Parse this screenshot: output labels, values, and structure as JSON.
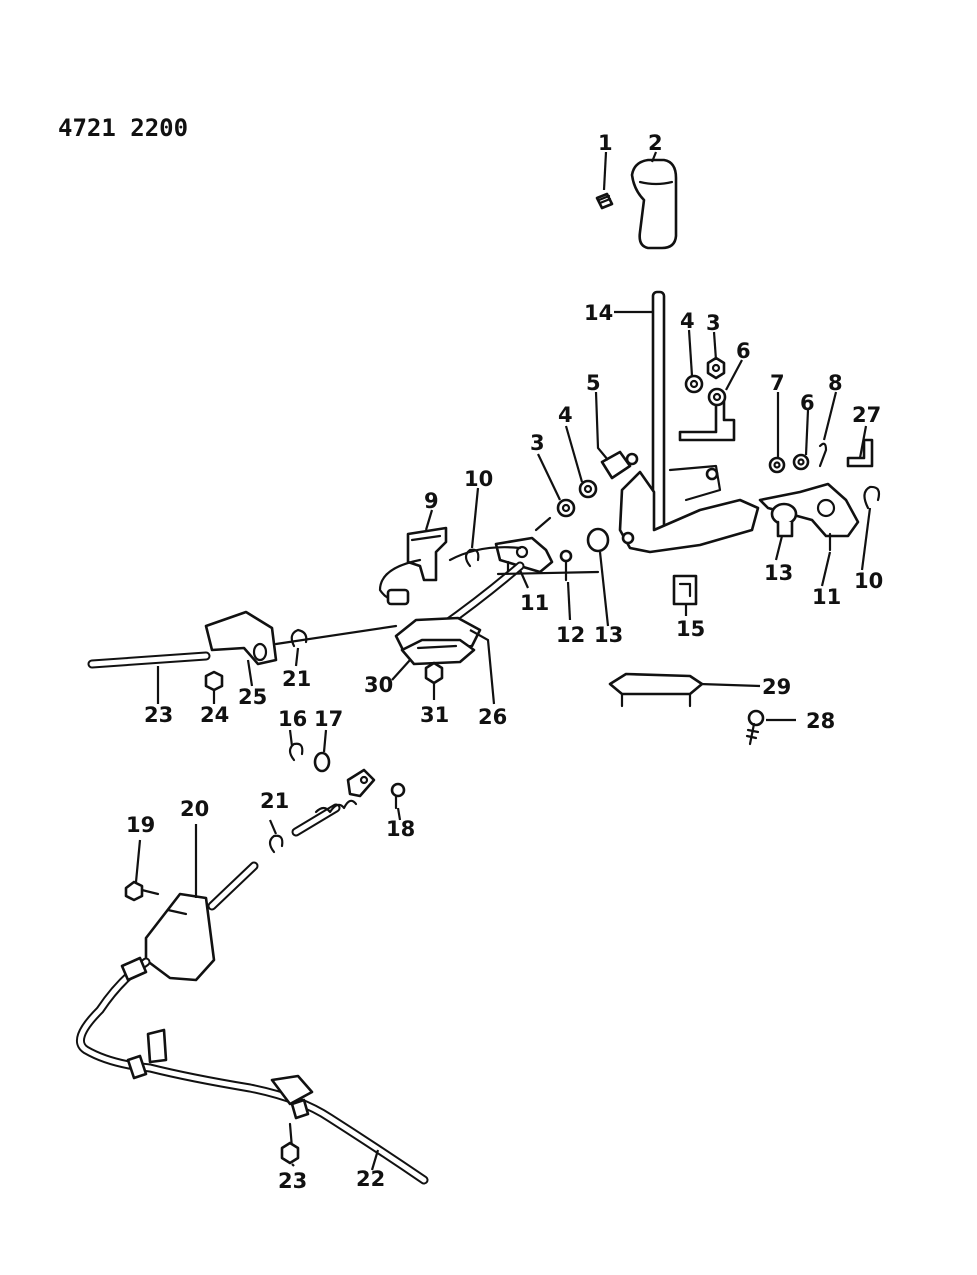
{
  "diagram": {
    "document_number": "4721 2200",
    "callouts": [
      "1",
      "2",
      "14",
      "4",
      "3",
      "6",
      "5",
      "7",
      "8",
      "27",
      "6",
      "4",
      "3",
      "10",
      "9",
      "10",
      "11",
      "12",
      "13",
      "13",
      "11",
      "15",
      "23",
      "24",
      "25",
      "21",
      "30",
      "31",
      "26",
      "29",
      "28",
      "16",
      "17",
      "21",
      "18",
      "19",
      "20",
      "23",
      "22"
    ]
  },
  "colors": {
    "ink": "#111111",
    "paper": "#ffffff"
  },
  "icons": [
    "shift-knob-icon",
    "shift-lever-icon",
    "bracket-icon",
    "cable-icon",
    "bolt-icon",
    "washer-icon",
    "nut-icon",
    "clip-icon",
    "bushing-icon",
    "screw-icon"
  ]
}
